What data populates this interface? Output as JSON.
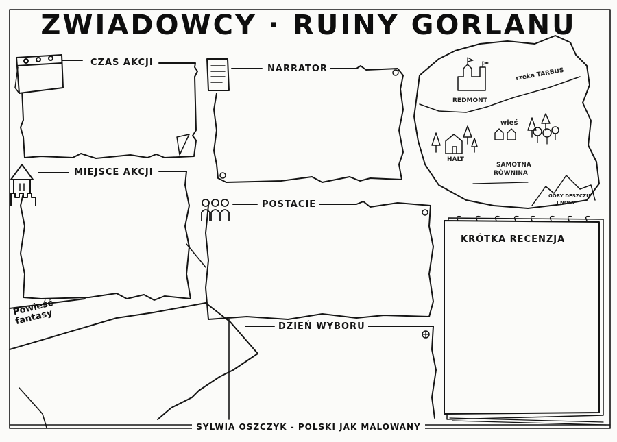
{
  "title": "ZWIADOWCY · RUINY GORLANU",
  "sections": {
    "czas_akcji": "CZAS AKCJI",
    "narrator": "NARRATOR",
    "miejsce_akcji": "MIEJSCE AKCJI",
    "postacie": "POSTACIE",
    "dzien_wyboru": "DZIEŃ WYBORU",
    "krotka_recenzja": "KRÓTKA RECENZJA"
  },
  "genre": {
    "line1": "Powieść",
    "line2": "fantasy"
  },
  "map": {
    "redmont": "REDMONT",
    "river": "rzeka TARBUS",
    "wies": "wieś",
    "halt": "HALT",
    "plain_line1": "SAMOTNA",
    "plain_line2": "RÓWNINA",
    "mountains_line1": "GÓRY DESZCZU",
    "mountains_line2": "I NOCY"
  },
  "footer": "SYLWIA OSZCZYK - POLSKI JAK MALOWANY",
  "icons": [
    "calendar-icon",
    "document-icon",
    "castle-tower-icon",
    "people-icon",
    "spiral-notebook-icon"
  ]
}
